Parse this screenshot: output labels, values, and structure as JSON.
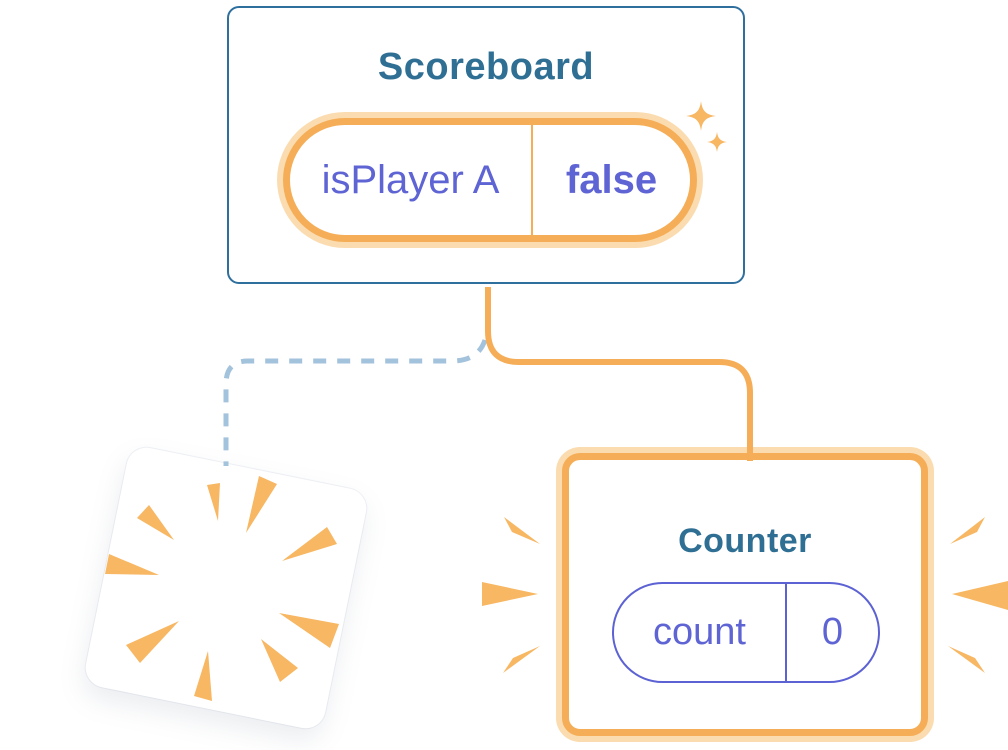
{
  "scoreboard": {
    "title": "Scoreboard",
    "state_pill": {
      "key": "isPlayer A",
      "value": "false"
    }
  },
  "counter": {
    "title": "Counter",
    "state_pill": {
      "key": "count",
      "value": "0"
    }
  },
  "icons": {
    "sparkles": "sparkles-icon",
    "explosion": "explosion-burst-icon",
    "emphasis_left": "emphasis-marks-left",
    "emphasis_right": "emphasis-marks-right"
  },
  "colors": {
    "card_border_blue": "#2F6F9E",
    "title_teal": "#2F6F94",
    "state_purple": "#5F64D4",
    "pill_border_purple": "#5C62D3",
    "orange": "#F5AE57",
    "orange_light": "#FBDCB0",
    "burst_orange": "#F7B763",
    "dash_blue": "#A3C2DC",
    "bg": "#FFFFFF"
  }
}
